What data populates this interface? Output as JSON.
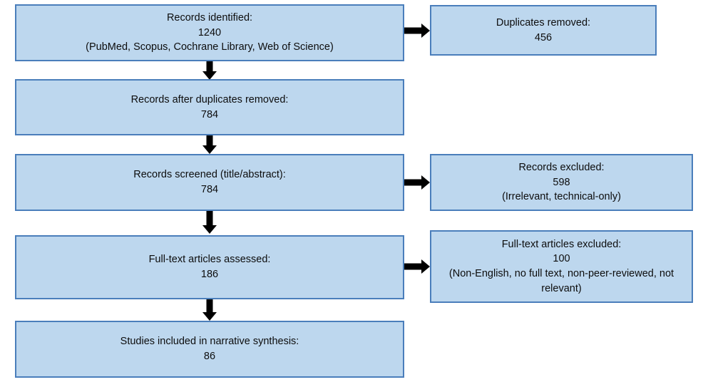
{
  "diagram": {
    "type": "prisma-flow-diagram",
    "colors": {
      "box_fill": "#bdd7ee",
      "box_border": "#4a7ebb",
      "arrow": "#000000",
      "text": "#0d0d0d",
      "background": "#ffffff"
    },
    "boxes": {
      "identified": {
        "lines": [
          "Records identified:",
          "1240",
          "(PubMed, Scopus, Cochrane Library, Web of Science)"
        ]
      },
      "duplicates_removed": {
        "lines": [
          "Duplicates removed:",
          "456"
        ]
      },
      "after_duplicates": {
        "lines": [
          "Records after duplicates removed:",
          "784"
        ]
      },
      "screened": {
        "lines": [
          "Records screened (title/abstract):",
          "784"
        ]
      },
      "records_excluded": {
        "lines": [
          "Records excluded:",
          "598",
          "(Irrelevant, technical-only)"
        ]
      },
      "fulltext_assessed": {
        "lines": [
          "Full-text articles assessed:",
          "186"
        ]
      },
      "fulltext_excluded": {
        "lines": [
          "Full-text articles excluded:",
          "100",
          "(Non-English, no full text, non-peer-reviewed, not relevant)"
        ]
      },
      "included": {
        "lines": [
          "Studies included in narrative synthesis:",
          "86"
        ]
      }
    }
  },
  "chart_data": {
    "type": "diagram",
    "title": "PRISMA study selection flow",
    "stages": [
      {
        "label": "Records identified",
        "value": 1240,
        "detail": "(PubMed, Scopus, Cochrane Library, Web of Science)"
      },
      {
        "label": "Duplicates removed",
        "value": 456,
        "detail": ""
      },
      {
        "label": "Records after duplicates removed",
        "value": 784,
        "detail": ""
      },
      {
        "label": "Records screened (title/abstract)",
        "value": 784,
        "detail": ""
      },
      {
        "label": "Records excluded",
        "value": 598,
        "detail": "(Irrelevant, technical-only)"
      },
      {
        "label": "Full-text articles assessed",
        "value": 186,
        "detail": ""
      },
      {
        "label": "Full-text articles excluded",
        "value": 100,
        "detail": "(Non-English, no full text, non-peer-reviewed, not relevant)"
      },
      {
        "label": "Studies included in narrative synthesis",
        "value": 86,
        "detail": ""
      }
    ]
  }
}
